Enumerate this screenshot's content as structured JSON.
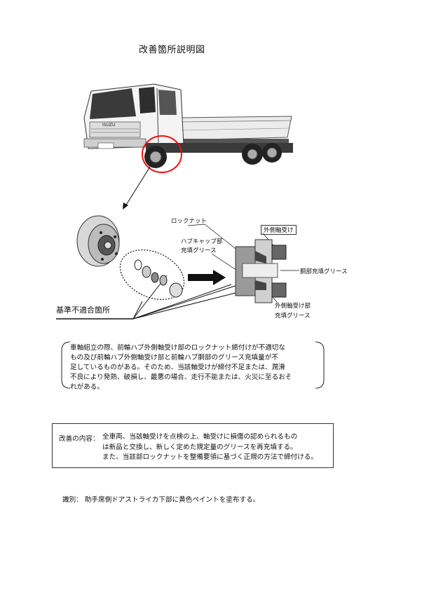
{
  "title": "改善箇所説明図",
  "truck": {
    "grille_badge": "ISUZU"
  },
  "labels": {
    "lock_nut": "ロックナット",
    "hub_cap_grease_1": "ハブキャップ部",
    "hub_cap_grease_2": "充填グリース",
    "outer_bearing": "外側軸受け",
    "body_grease": "胴部充填グリース",
    "outer_bearing_grease_1": "外側軸受け部",
    "outer_bearing_grease_2": "充填グリース",
    "non_conforming": "基準不適合箇所"
  },
  "description": {
    "lines": [
      "車軸組立の際、前輪ハブ外側軸受け部のロックナット締付けが不適切な",
      "もの及び前輪ハブ外側軸受け部と前輪ハブ胴部のグリース充填量が不",
      "足しているものがある。そのため、当該軸受けが締付不足または、潤滑",
      "不良により発熱、破損し、最悪の場合、走行不能または、火災に至るおそ",
      "れがある。"
    ]
  },
  "improvement": {
    "label": "改善の内容：",
    "lines": [
      "全車両、当該軸受けを点検の上、軸受けに損傷の認められるもの",
      "は新品と交換し、新しく定めた規定量のグリースを再充填する。",
      "また、当該部ロックナットを整備要領に基づく正規の方法で締付ける。"
    ]
  },
  "identification": {
    "text": "識別：  助手席側ドアストライカ下部に黄色ペイントを塗布する。"
  }
}
